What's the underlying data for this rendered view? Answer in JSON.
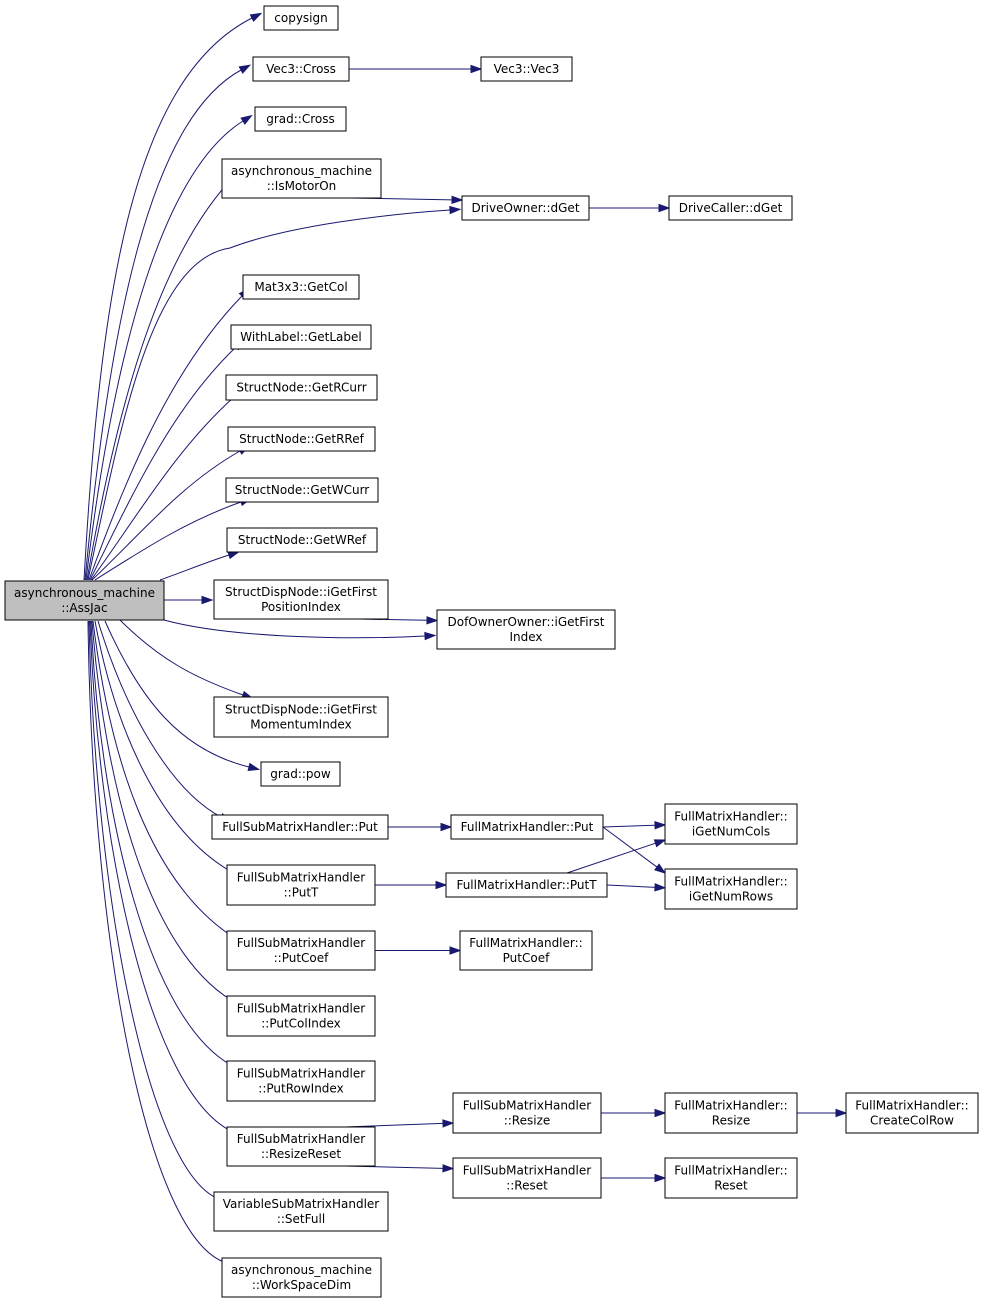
{
  "colors": {
    "edge": "#191970",
    "root_fill": "#bfbfbf",
    "node_fill": "#ffffff",
    "node_border": "#000000"
  },
  "nodes": {
    "root": [
      "asynchronous_machine",
      "::AssJac"
    ],
    "copysign": [
      "copysign"
    ],
    "vec3_cross": [
      "Vec3::Cross"
    ],
    "vec3_vec3": [
      "Vec3::Vec3"
    ],
    "grad_cross": [
      "grad::Cross"
    ],
    "is_motor_on": [
      "asynchronous_machine",
      "::IsMotorOn"
    ],
    "drive_owner_dget": [
      "DriveOwner::dGet"
    ],
    "drive_caller_dget": [
      "DriveCaller::dGet"
    ],
    "mat3x3_getcol": [
      "Mat3x3::GetCol"
    ],
    "withlabel_getlabel": [
      "WithLabel::GetLabel"
    ],
    "structnode_getrcurr": [
      "StructNode::GetRCurr"
    ],
    "structnode_getrref": [
      "StructNode::GetRRef"
    ],
    "structnode_getwcurr": [
      "StructNode::GetWCurr"
    ],
    "structnode_getwref": [
      "StructNode::GetWRef"
    ],
    "structdisp_posindex": [
      "StructDispNode::iGetFirst",
      "PositionIndex"
    ],
    "dofowner_index": [
      "DofOwnerOwner::iGetFirst",
      "Index"
    ],
    "structdisp_momindex": [
      "StructDispNode::iGetFirst",
      "MomentumIndex"
    ],
    "grad_pow": [
      "grad::pow"
    ],
    "fullsub_put": [
      "FullSubMatrixHandler::Put"
    ],
    "full_put": [
      "FullMatrixHandler::Put"
    ],
    "full_numcols": [
      "FullMatrixHandler::",
      "iGetNumCols"
    ],
    "full_numrows": [
      "FullMatrixHandler::",
      "iGetNumRows"
    ],
    "fullsub_putt": [
      "FullSubMatrixHandler",
      "::PutT"
    ],
    "full_putt": [
      "FullMatrixHandler::PutT"
    ],
    "fullsub_putcoef": [
      "FullSubMatrixHandler",
      "::PutCoef"
    ],
    "full_putcoef": [
      "FullMatrixHandler::",
      "PutCoef"
    ],
    "fullsub_putcolindex": [
      "FullSubMatrixHandler",
      "::PutColIndex"
    ],
    "fullsub_putrowindex": [
      "FullSubMatrixHandler",
      "::PutRowIndex"
    ],
    "fullsub_resizereset": [
      "FullSubMatrixHandler",
      "::ResizeReset"
    ],
    "fullsub_resize": [
      "FullSubMatrixHandler",
      "::Resize"
    ],
    "full_resize": [
      "FullMatrixHandler::",
      "Resize"
    ],
    "full_createcolrow": [
      "FullMatrixHandler::",
      "CreateColRow"
    ],
    "fullsub_reset": [
      "FullSubMatrixHandler",
      "::Reset"
    ],
    "full_reset": [
      "FullMatrixHandler::",
      "Reset"
    ],
    "varsub_setfull": [
      "VariableSubMatrixHandler",
      "::SetFull"
    ],
    "workspacedim": [
      "asynchronous_machine",
      "::WorkSpaceDim"
    ]
  },
  "edges": [
    [
      "root",
      "copysign"
    ],
    [
      "root",
      "vec3_cross"
    ],
    [
      "root",
      "grad_cross"
    ],
    [
      "root",
      "is_motor_on"
    ],
    [
      "root",
      "drive_owner_dget"
    ],
    [
      "root",
      "mat3x3_getcol"
    ],
    [
      "root",
      "withlabel_getlabel"
    ],
    [
      "root",
      "structnode_getrcurr"
    ],
    [
      "root",
      "structnode_getrref"
    ],
    [
      "root",
      "structnode_getwcurr"
    ],
    [
      "root",
      "structnode_getwref"
    ],
    [
      "root",
      "structdisp_posindex"
    ],
    [
      "root",
      "dofowner_index"
    ],
    [
      "root",
      "structdisp_momindex"
    ],
    [
      "root",
      "grad_pow"
    ],
    [
      "root",
      "fullsub_put"
    ],
    [
      "root",
      "fullsub_putt"
    ],
    [
      "root",
      "fullsub_putcoef"
    ],
    [
      "root",
      "fullsub_putcolindex"
    ],
    [
      "root",
      "fullsub_putrowindex"
    ],
    [
      "root",
      "fullsub_resizereset"
    ],
    [
      "root",
      "varsub_setfull"
    ],
    [
      "root",
      "workspacedim"
    ],
    [
      "vec3_cross",
      "vec3_vec3"
    ],
    [
      "is_motor_on",
      "drive_owner_dget"
    ],
    [
      "drive_owner_dget",
      "drive_caller_dget"
    ],
    [
      "structdisp_posindex",
      "dofowner_index"
    ],
    [
      "fullsub_put",
      "full_put"
    ],
    [
      "full_put",
      "full_numcols"
    ],
    [
      "full_put",
      "full_numrows"
    ],
    [
      "fullsub_putt",
      "full_putt"
    ],
    [
      "full_putt",
      "full_numcols"
    ],
    [
      "full_putt",
      "full_numrows"
    ],
    [
      "fullsub_putcoef",
      "full_putcoef"
    ],
    [
      "fullsub_resizereset",
      "fullsub_resize"
    ],
    [
      "fullsub_resizereset",
      "fullsub_reset"
    ],
    [
      "fullsub_resize",
      "full_resize"
    ],
    [
      "full_resize",
      "full_createcolrow"
    ],
    [
      "fullsub_reset",
      "full_reset"
    ]
  ]
}
